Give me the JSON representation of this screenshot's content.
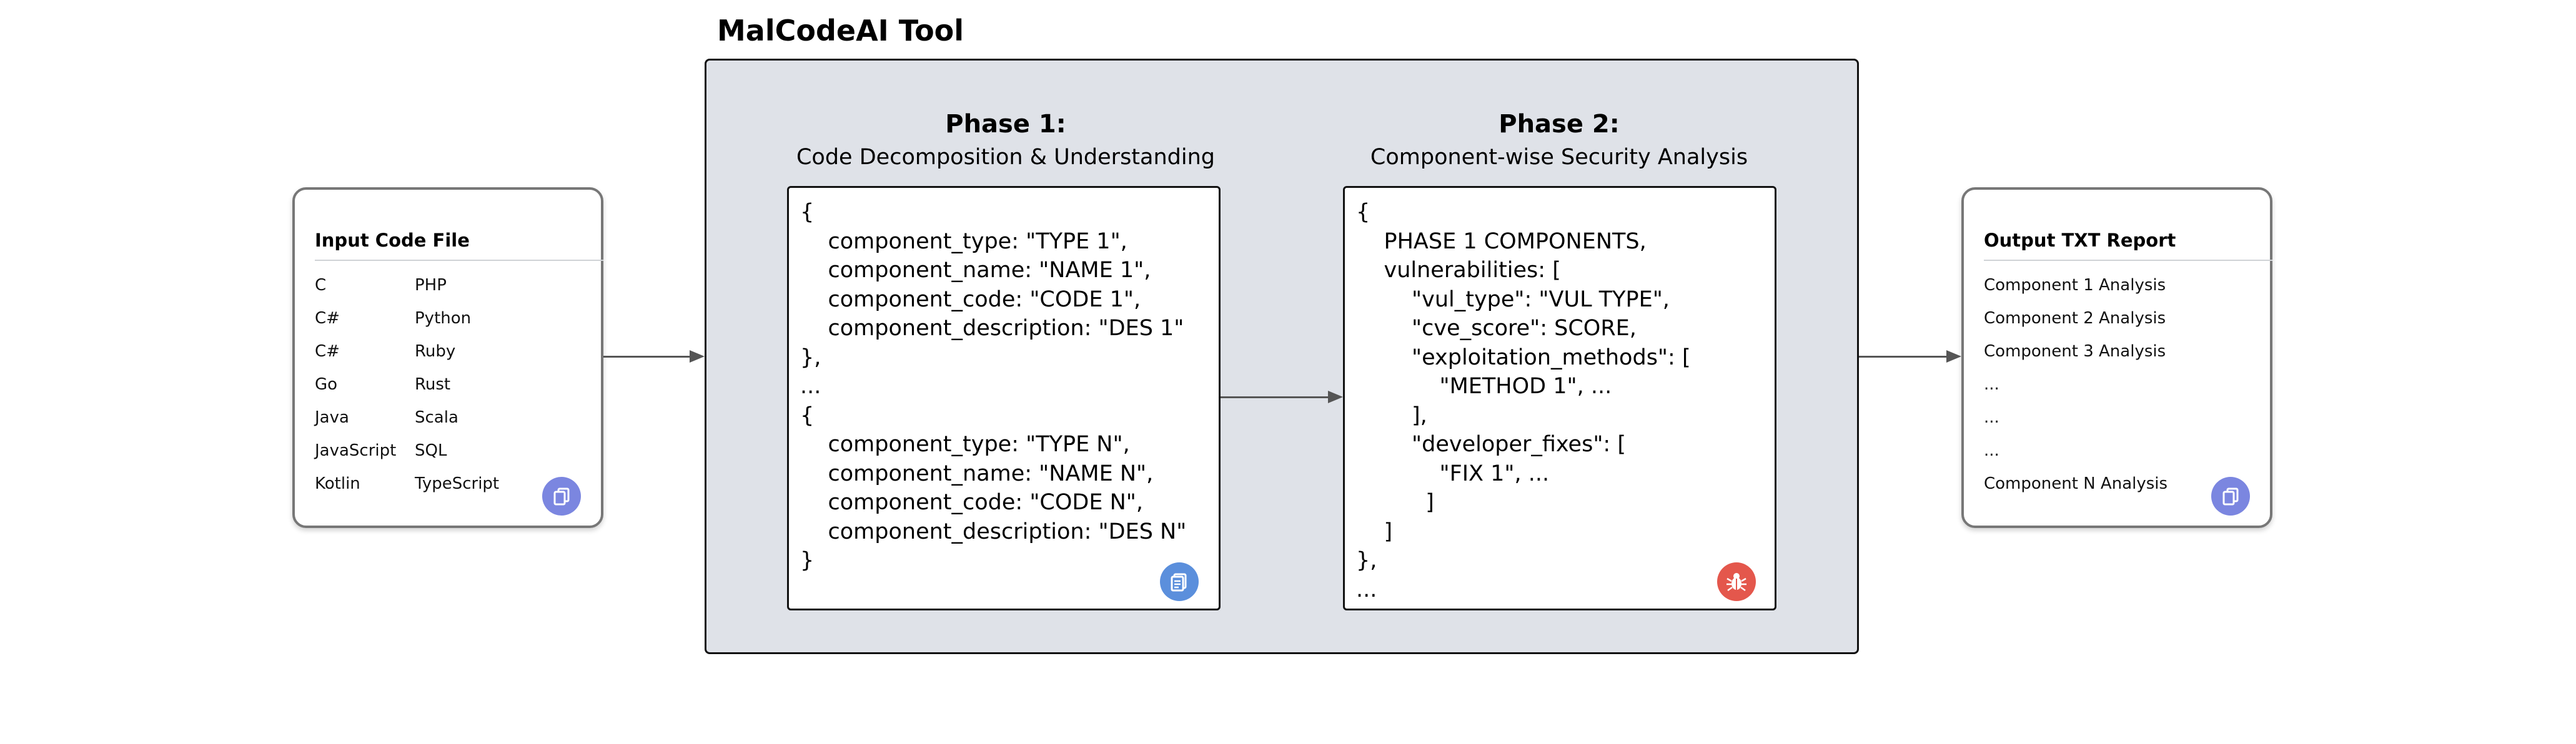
{
  "tool": {
    "title": "MalCodeAI Tool"
  },
  "colors": {
    "tool_bg": "#dfe2e8",
    "badge_purple": "#7b86e0",
    "badge_blue": "#5b8fdc",
    "badge_red": "#e4574c"
  },
  "input_card": {
    "title": "Input Code File",
    "col1": [
      "C",
      "C#",
      "C#",
      "Go",
      "Java",
      "JavaScript",
      "Kotlin"
    ],
    "col2": [
      "PHP",
      "Python",
      "Ruby",
      "Rust",
      "Scala",
      "SQL",
      "TypeScript"
    ],
    "icon": "copy-icon"
  },
  "phase1": {
    "title": "Phase 1:",
    "subtitle": "Code Decomposition & Understanding",
    "lines": [
      "{",
      "    component_type: \"TYPE 1\",",
      "    component_name: \"NAME 1\",",
      "    component_code: \"CODE 1\",",
      "    component_description: \"DES 1\"",
      "},",
      "...",
      "{",
      "    component_type: \"TYPE N\",",
      "    component_name: \"NAME N\",",
      "    component_code: \"CODE N\",",
      "    component_description: \"DES N\"",
      "}"
    ],
    "icon": "stacked-pages-icon"
  },
  "phase2": {
    "title": "Phase 2:",
    "subtitle": "Component-wise Security Analysis",
    "lines": [
      "{",
      "    PHASE 1 COMPONENTS,",
      "    vulnerabilities: [",
      "        \"vul_type\": \"VUL TYPE\",",
      "        \"cve_score\": SCORE,",
      "        \"exploitation_methods\": [",
      "            \"METHOD 1\", ...",
      "        ],",
      "        \"developer_fixes\": [",
      "            \"FIX 1\", ...",
      "          ]",
      "    ]",
      "},",
      "..."
    ],
    "icon": "bug-icon"
  },
  "output_card": {
    "title": "Output TXT Report",
    "items": [
      "Component 1 Analysis",
      "Component 2 Analysis",
      "Component 3 Analysis",
      "...",
      "...",
      "...",
      "Component N Analysis"
    ],
    "icon": "copy-icon"
  }
}
